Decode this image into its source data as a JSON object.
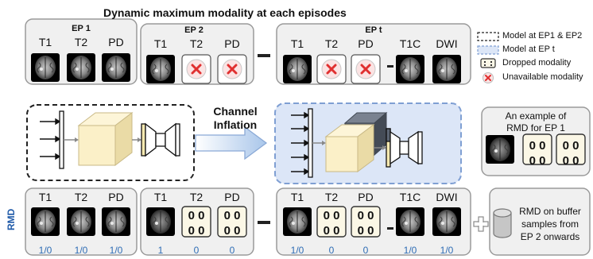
{
  "title": "Dynamic maximum modality at each episodes",
  "episodes": {
    "ep1": "EP 1",
    "ep2": "EP 2",
    "ept": "EP t"
  },
  "modalities": {
    "t1": "T1",
    "t2": "T2",
    "pd": "PD",
    "t1c": "T1C",
    "dwi": "DWI"
  },
  "legend": {
    "model_ep1_ep2": "Model at EP1 & EP2",
    "model_ept": "Model at EP t",
    "dropped": "Dropped modality",
    "unavailable": "Unavailable modality"
  },
  "inflation": {
    "line1": "Channel",
    "line2": "Inflation"
  },
  "example": {
    "line1": "An example of",
    "line2": "RMD for EP 1"
  },
  "zero_block": "0 0\n0 0",
  "rmd_label": "RMD",
  "rmd_row": {
    "ep1_values": [
      "1/0",
      "1/0",
      "1/0"
    ],
    "ep2_values": [
      "1",
      "0",
      "0"
    ],
    "ept_values": [
      "1/0",
      "0",
      "0",
      "1/0",
      "1/0"
    ]
  },
  "buffer_note": {
    "line1": "RMD on buffer",
    "line2": "samples from",
    "line3": "EP 2 onwards"
  },
  "colors": {
    "panel_bg": "#f0f0f0",
    "panel_border": "#9a9a9a",
    "blue_fill": "#dce6f7",
    "blue_border": "#7f9fd3",
    "cube_yellow": "#fbf0c8",
    "cube_dark": "#5b6472",
    "red_x": "#e03030",
    "value_blue": "#2f6db5",
    "rmd_blue": "#1f5aa8"
  }
}
